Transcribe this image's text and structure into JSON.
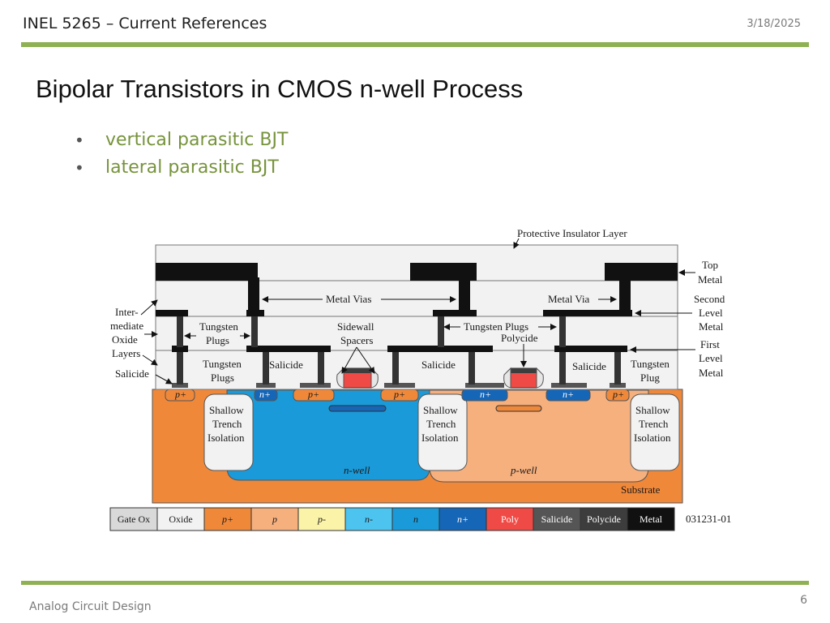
{
  "header": {
    "course": "INEL 5265 – Current References",
    "date": "3/18/2025"
  },
  "slide": {
    "title": "Bipolar Transistors in CMOS n-well Process",
    "bullets": [
      "vertical parasitic BJT",
      "lateral parasitic BJT"
    ]
  },
  "figure": {
    "labels": {
      "protective": "Protective Insulator Layer",
      "top_metal_1": "Top",
      "top_metal_2": "Metal",
      "metal_vias": "Metal Vias",
      "metal_via": "Metal Via",
      "second_1": "Second",
      "second_2": "Level",
      "second_3": "Metal",
      "inter_1": "Inter-",
      "inter_2": "mediate",
      "inter_3": "Oxide",
      "inter_4": "Layers",
      "salicide_left": "Salicide",
      "tplugs_a1": "Tungsten",
      "tplugs_a2": "Plugs",
      "sidewall_1": "Sidewall",
      "sidewall_2": "Spacers",
      "tplugs_b": "Tungsten Plugs",
      "polycide": "Polycide",
      "first_1": "First",
      "first_2": "Level",
      "first_3": "Metal",
      "tplugs_c1": "Tungsten",
      "tplugs_c2": "Plugs",
      "salicide_1": "Salicide",
      "salicide_2": "Salicide",
      "salicide_3": "Salicide",
      "tplug_d1": "Tungsten",
      "tplug_d2": "Plug",
      "sti_1": "Shallow",
      "sti_2": "Trench",
      "sti_3": "Isolation",
      "nwell": "n-well",
      "pwell": "p-well",
      "substrate": "Substrate",
      "pplus": "p+",
      "nplus": "n+"
    },
    "legend": [
      {
        "label": "Gate Ox",
        "color": "#d9d9d9"
      },
      {
        "label": "Oxide",
        "color": "#f2f2f2"
      },
      {
        "label": "p+",
        "color": "#f0883a"
      },
      {
        "label": "p",
        "color": "#f6b07e"
      },
      {
        "label": "p-",
        "color": "#fbf3a8"
      },
      {
        "label": "n-",
        "color": "#4dc3ef"
      },
      {
        "label": "n",
        "color": "#1a9ad8"
      },
      {
        "label": "n+",
        "color": "#1666b8"
      },
      {
        "label": "Poly",
        "color": "#ef4a45"
      },
      {
        "label": "Salicide",
        "color": "#555555"
      },
      {
        "label": "Polycide",
        "color": "#3d3d3d"
      },
      {
        "label": "Metal",
        "color": "#111111"
      }
    ],
    "figure_id": "031231-01"
  },
  "footer": {
    "left": "Analog Circuit Design",
    "page": "6"
  }
}
